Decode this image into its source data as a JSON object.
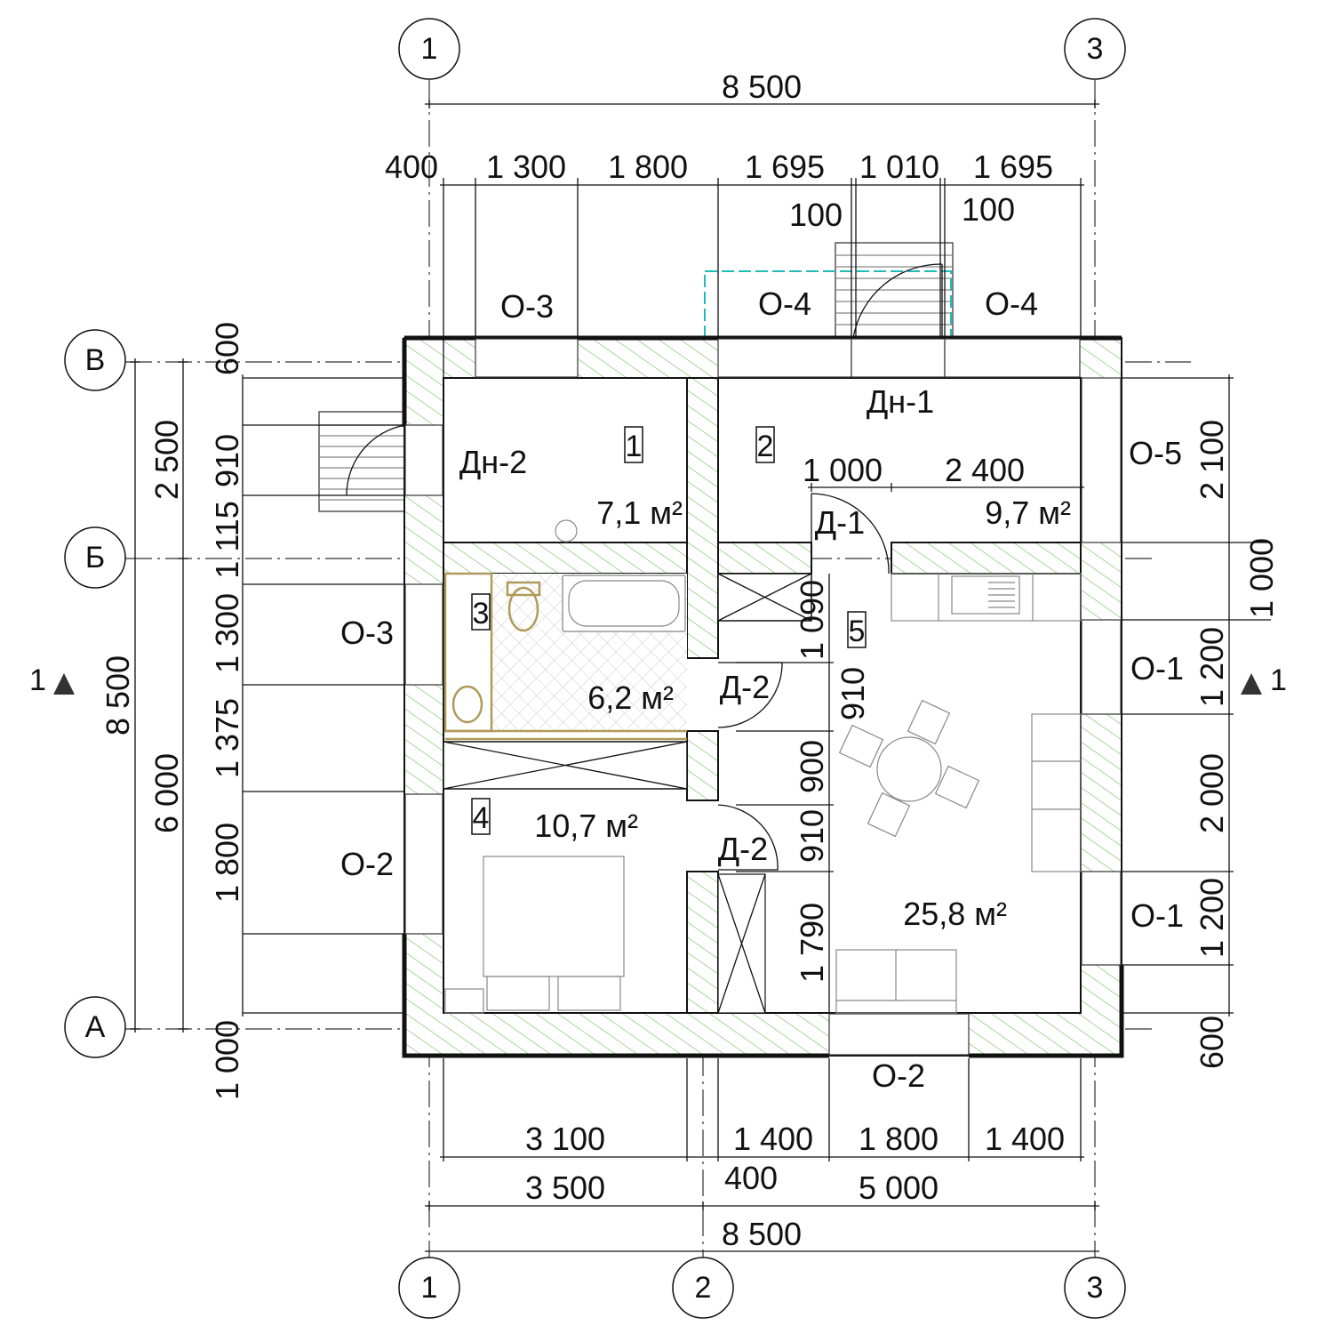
{
  "axes": {
    "top": [
      "1",
      "3"
    ],
    "bottom": [
      "1",
      "2",
      "3"
    ],
    "left": [
      "В",
      "Б",
      "А"
    ]
  },
  "dims": {
    "top_total": "8 500",
    "top_segments": [
      "400",
      "1 300",
      "1 800",
      "1 695",
      "1 010",
      "1 695"
    ],
    "top_small": [
      "100",
      "100"
    ],
    "bottom_row1": [
      "3 100",
      "1 400",
      "1 800",
      "1 400"
    ],
    "bottom_row2": [
      "3 500",
      "400",
      "5 000"
    ],
    "bottom_total": "8 500",
    "left_total": "8 500",
    "left_mid": [
      "2 500",
      "6 000"
    ],
    "left_inner": [
      "600",
      "910",
      "1 115",
      "1 300",
      "1 375",
      "1 800",
      "1 000"
    ],
    "right_inner": [
      "2 100",
      "1 200",
      "2 000",
      "1 200",
      "600"
    ],
    "right_outer": "1 000",
    "interior": [
      "1 000",
      "2 400",
      "1 090",
      "910",
      "900",
      "910",
      "1 790"
    ]
  },
  "windows": [
    "О-3",
    "О-4",
    "О-4",
    "О-5",
    "О-3",
    "О-1",
    "О-2",
    "О-1",
    "О-2"
  ],
  "doors": [
    "Дн-1",
    "Дн-2",
    "Д-1",
    "Д-2",
    "Д-2"
  ],
  "rooms": [
    {
      "number": "1",
      "area": "7,1 м²"
    },
    {
      "number": "2",
      "area": "9,7 м²"
    },
    {
      "number": "3",
      "area": "6,2 м²"
    },
    {
      "number": "4",
      "area": "10,7 м²"
    },
    {
      "number": "5",
      "area": "25,8 м²"
    }
  ],
  "section_marks": [
    "1",
    "1"
  ],
  "colors": {
    "hatch": "#6cbf5a",
    "insulation": "#e0b060",
    "fixtures": "#b09a5a",
    "overlay_cyan": "#22bbbb",
    "overlay_red": "#e04040"
  }
}
